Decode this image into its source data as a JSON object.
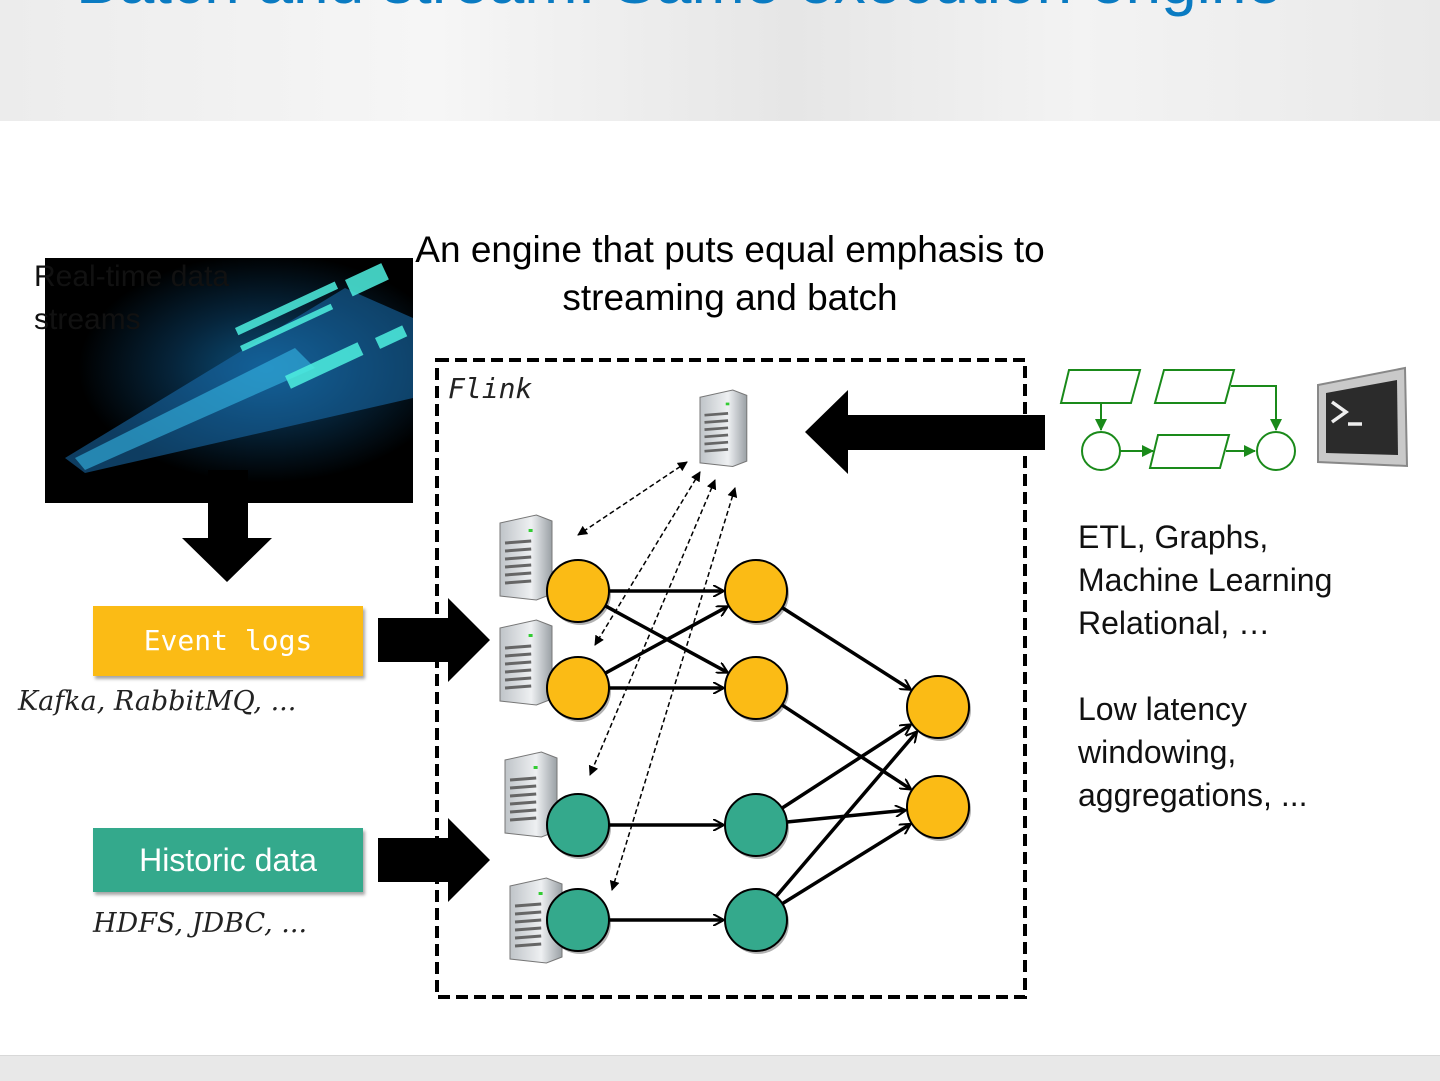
{
  "slide": {
    "title": "Batch and stream: Same execution engine",
    "subtitle": "An engine that puts equal emphasis to streaming and batch"
  },
  "left": {
    "realtime_label": "Real-time data streams",
    "event_logs": {
      "label": "Event logs",
      "examples": "Kafka, RabbitMQ, ...",
      "color": "#fbbb15"
    },
    "historic_data": {
      "label": "Historic data",
      "examples": "HDFS, JDBC, ...",
      "color": "#34a98c"
    }
  },
  "engine": {
    "label": "Flink",
    "icons": [
      "server-icon",
      "flowchart-icon",
      "terminal-icon",
      "data-stream-image"
    ]
  },
  "right": {
    "workloads": [
      "ETL, Graphs,",
      "Machine Learning",
      "Relational, …"
    ],
    "streaming": [
      "Low latency",
      "windowing,",
      "aggregations, ..."
    ]
  },
  "colors": {
    "title": "#0a7bc2",
    "stream_node": "#fbbb15",
    "batch_node": "#34a98c",
    "flowchart": "#1a8a1a"
  }
}
